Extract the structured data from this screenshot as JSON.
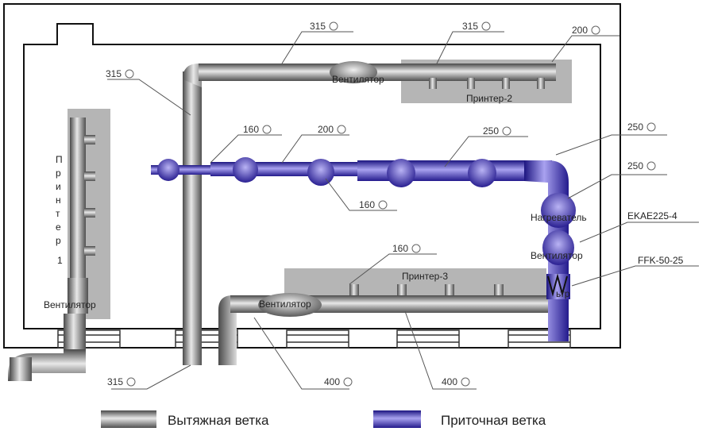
{
  "diameter_mark": "○",
  "labels": {
    "printer1_v": [
      "П",
      "р",
      "и",
      "н",
      "т",
      "е",
      "р"
    ],
    "printer1_num": "1",
    "printer2": "Принтер-2",
    "printer3": "Принтер-3",
    "fan": "Вентилятор",
    "heater": "Нагреватель",
    "fan_model": "EKAE225-4",
    "filter_model": "FFK-50-25",
    "filter_partial": "ьтр"
  },
  "dimensions": {
    "d315_top": "315",
    "d315_top2": "315",
    "d200_top": "200",
    "d315_left": "315",
    "d160_a": "160",
    "d200_b": "200",
    "d250_a": "250",
    "d250_b": "250",
    "d250_c": "250",
    "d160_below": "160",
    "d160_p3": "160",
    "d315_bottom": "315",
    "d400_a": "400",
    "d400_b": "400"
  },
  "legend": {
    "exhaust": "Вытяжная ветка",
    "supply": "Приточная ветка"
  },
  "colors": {
    "exhaust_pipe": "#8c8c8c",
    "supply_pipe": "#3a2fa8",
    "printer_box": "#b8b8b8"
  }
}
